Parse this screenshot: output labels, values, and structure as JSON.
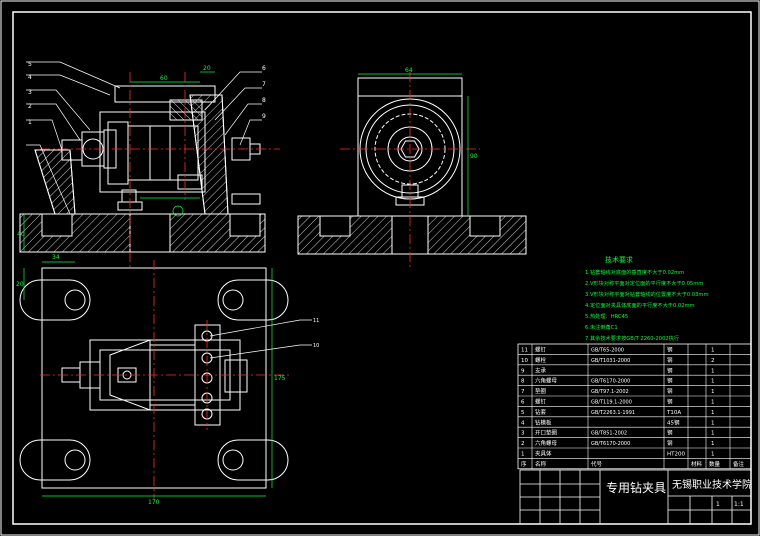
{
  "title_block": {
    "drawing_title": "专用钻夹具",
    "school": "无锡职业技术学院",
    "material": "HT200",
    "header_cells": [
      "序",
      "名称",
      "代号",
      "",
      "材料",
      "数量",
      "备注"
    ],
    "rows": [
      {
        "no": "11",
        "name": "螺钉",
        "code": "GB/T65-2000",
        "mat": "钢",
        "qty": "1"
      },
      {
        "no": "10",
        "name": "螺栓",
        "code": "GB/T1031-2000",
        "mat": "钢",
        "qty": "2"
      },
      {
        "no": "9",
        "name": "支承",
        "code": "",
        "mat": "钢",
        "qty": "1"
      },
      {
        "no": "8",
        "name": "六角螺母",
        "code": "GB/T6170-2000",
        "mat": "钢",
        "qty": "1"
      },
      {
        "no": "7",
        "name": "垫圈",
        "code": "GB/T97.1-2002",
        "mat": "钢",
        "qty": "1"
      },
      {
        "no": "6",
        "name": "螺钉",
        "code": "GB/T119.1-2000",
        "mat": "钢",
        "qty": "1"
      },
      {
        "no": "5",
        "name": "钻套",
        "code": "GB/T2263.1-1991",
        "mat": "T10A",
        "qty": "1"
      },
      {
        "no": "4",
        "name": "钻模板",
        "code": "",
        "mat": "45钢",
        "qty": "1"
      },
      {
        "no": "3",
        "name": "开口垫圈",
        "code": "GB/T851-2002",
        "mat": "钢",
        "qty": "1"
      },
      {
        "no": "2",
        "name": "六角螺母",
        "code": "GB/T6170-2000",
        "mat": "钢",
        "qty": "1"
      },
      {
        "no": "1",
        "name": "夹具体",
        "code": "",
        "mat": "HT200",
        "qty": "1"
      }
    ],
    "scale_cells": [
      "1",
      "1:1"
    ]
  },
  "tech_notes": {
    "title": "技术要求",
    "lines": [
      "1.钻套轴线对底面的垂直度不大于0.02mm",
      "2.V形块对称平面对定位面的平行度不大于0.05mm",
      "3.V形块对称平面对钻套轴线的位置度不大于0.03mm",
      "4.定位面对夹具体底面的平行度不大于0.02mm",
      "5.热处理：HRC45",
      "6.未注倒角C1",
      "7.其余技术要求按GB/T 2260-2002执行"
    ]
  },
  "callouts": {
    "left_leaders": [
      "5",
      "4",
      "3",
      "2",
      "1"
    ],
    "right_leaders": [
      "6",
      "7",
      "8",
      "9"
    ],
    "plan_leaders": [
      "11",
      "10"
    ]
  },
  "dimensions": {
    "front_top_a": "60",
    "front_top_b": "20",
    "front_left_h": "40",
    "side_width": "64",
    "side_height": "90",
    "plan_top_w": "34",
    "plan_left_h": "20",
    "plan_right_h": "175",
    "plan_bottom_w": "170"
  },
  "colors": {
    "background": "#000000",
    "outline": "#ffffff",
    "center": "#ff2a2a",
    "dimension": "#00ff3c",
    "leader": "#ffffff",
    "border": "#ffffff",
    "notes": "#00ff3c",
    "title_text": "#ffffff"
  }
}
